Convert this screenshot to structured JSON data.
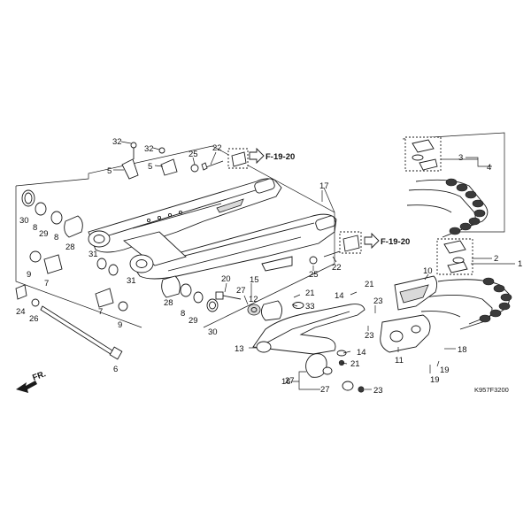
{
  "diagram_code": "K957F3200",
  "front_indicator": "FR.",
  "references": [
    "F-19-20",
    "F-19-20"
  ],
  "callouts": [
    "1",
    "2",
    "3",
    "4",
    "5",
    "5",
    "6",
    "7",
    "7",
    "8",
    "8",
    "8",
    "9",
    "9",
    "10",
    "11",
    "12",
    "13",
    "14",
    "14",
    "15",
    "16",
    "17",
    "18",
    "19",
    "19",
    "20",
    "21",
    "21",
    "21",
    "22",
    "22",
    "23",
    "23",
    "23",
    "24",
    "25",
    "25",
    "26",
    "27",
    "27",
    "27",
    "28",
    "28",
    "29",
    "29",
    "30",
    "30",
    "31",
    "31",
    "32",
    "32",
    "33"
  ],
  "colors": {
    "line": "#1a1a1a",
    "shade": "#d9d9d9",
    "background": "#ffffff"
  }
}
